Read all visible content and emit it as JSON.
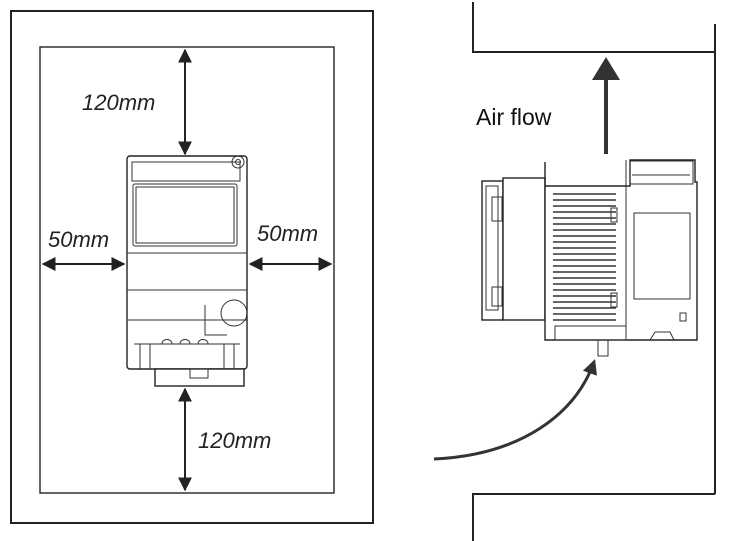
{
  "left_panel": {
    "top_clearance": "120mm",
    "bottom_clearance": "120mm",
    "left_clearance": "50mm",
    "right_clearance": "50mm"
  },
  "right_panel": {
    "air_flow_label": "Air flow"
  },
  "icons": {
    "dimension_arrow": "double-headed-arrow-icon",
    "airflow_arrow": "curved-arrow-icon"
  },
  "colors": {
    "line": "#222222",
    "background": "#ffffff"
  }
}
